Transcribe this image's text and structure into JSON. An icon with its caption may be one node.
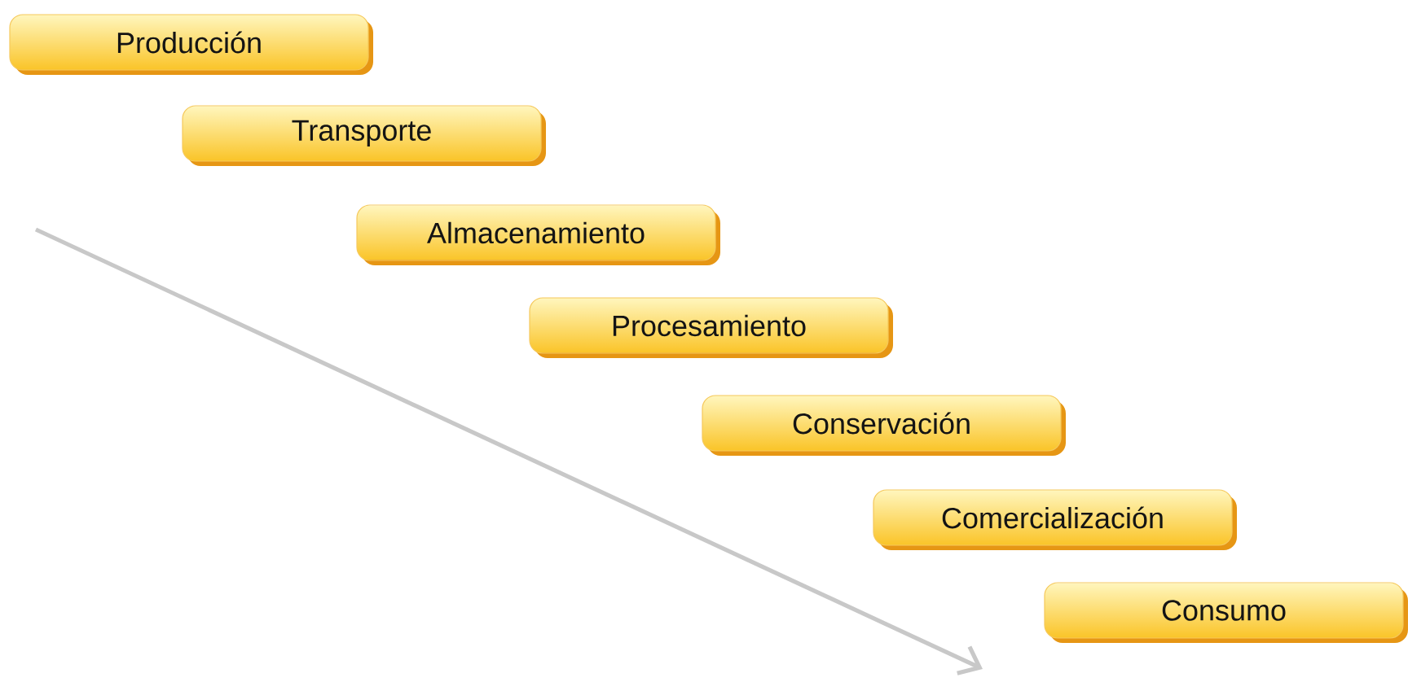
{
  "diagram": {
    "nodes": [
      {
        "text": [
          "Producción"
        ]
      },
      {
        "text": [
          "Transporte"
        ]
      },
      {
        "text": [
          "Almacenamiento"
        ]
      },
      {
        "text": [
          "Procesamiento"
        ]
      },
      {
        "text": [
          "Conservación"
        ]
      },
      {
        "text": [
          "Comercialización"
        ]
      },
      {
        "text": [
          "Consumo"
        ]
      }
    ]
  }
}
